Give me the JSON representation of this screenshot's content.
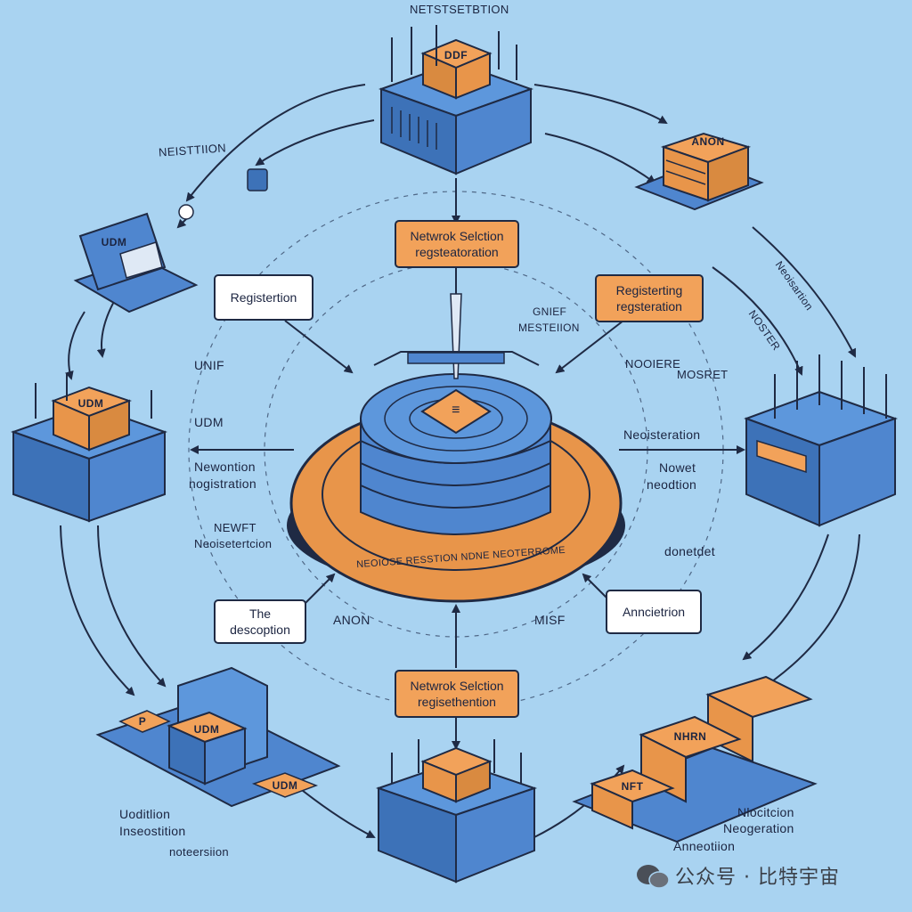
{
  "title": "NETSTSETBTION",
  "nodes": {
    "top": "DDF",
    "upper_right": "ANON",
    "left_laptop": "UDM",
    "left_server": "UDM",
    "bottom_left_a": "P",
    "bottom_left_b": "UDM",
    "bottom_left_c": "UDM",
    "bottom_right_a": "NFT",
    "bottom_right_b": "NHRN"
  },
  "boxes": {
    "top_center": [
      "Netwrok Selction",
      "regsteatoration"
    ],
    "bottom_center": [
      "Netwrok Selction",
      "regisethention"
    ],
    "left_reg": [
      "Registertion"
    ],
    "right_reg": [
      "Registerting",
      "regsteration"
    ],
    "left_desc": [
      "The",
      "descoption"
    ],
    "right_assoc": [
      "Anncietrion"
    ]
  },
  "labels": {
    "upper_left_title": "NEISTTIION",
    "center_left_a": "UNIF",
    "center_left_b": "UDM",
    "left_mid_1": "Newontion",
    "left_mid_2": "nogistration",
    "left_low_1": "NEWFT",
    "left_low_2": "Neoisetertcion",
    "center_top_small_1": "GNIEF",
    "center_top_small_2": "MESTEIION",
    "right_mid_a": "NOOIERE",
    "right_mid_b": "MOSRET",
    "right_mid_c": "Neoisteration",
    "right_mid_d": "Nowet",
    "right_mid_e": "neodtion",
    "right_low": "donetdet",
    "bottom_center_left": "ANON",
    "bottom_center_right": "MISF",
    "right_rotated_1": "Neoisartion",
    "right_rotated_2": "NOSTER",
    "bottom_left_1": "Uoditlion",
    "bottom_left_2": "Inseostition",
    "bottom_left_3": "noteersiion",
    "bottom_right_1": "Nlocitcion",
    "bottom_right_2": "Neogeration",
    "bottom_right_3": "Anneotiion",
    "center_ring_text": "NEOIOSE RESSTION NDNE NEOTERROME",
    "center_stack_icon": "≡"
  },
  "watermark": "公众号 · 比特宇宙",
  "colors": {
    "background": "#a9d3f1",
    "server_blue": "#4f86cf",
    "orange": "#f2a25a",
    "outline": "#1f2a44"
  }
}
